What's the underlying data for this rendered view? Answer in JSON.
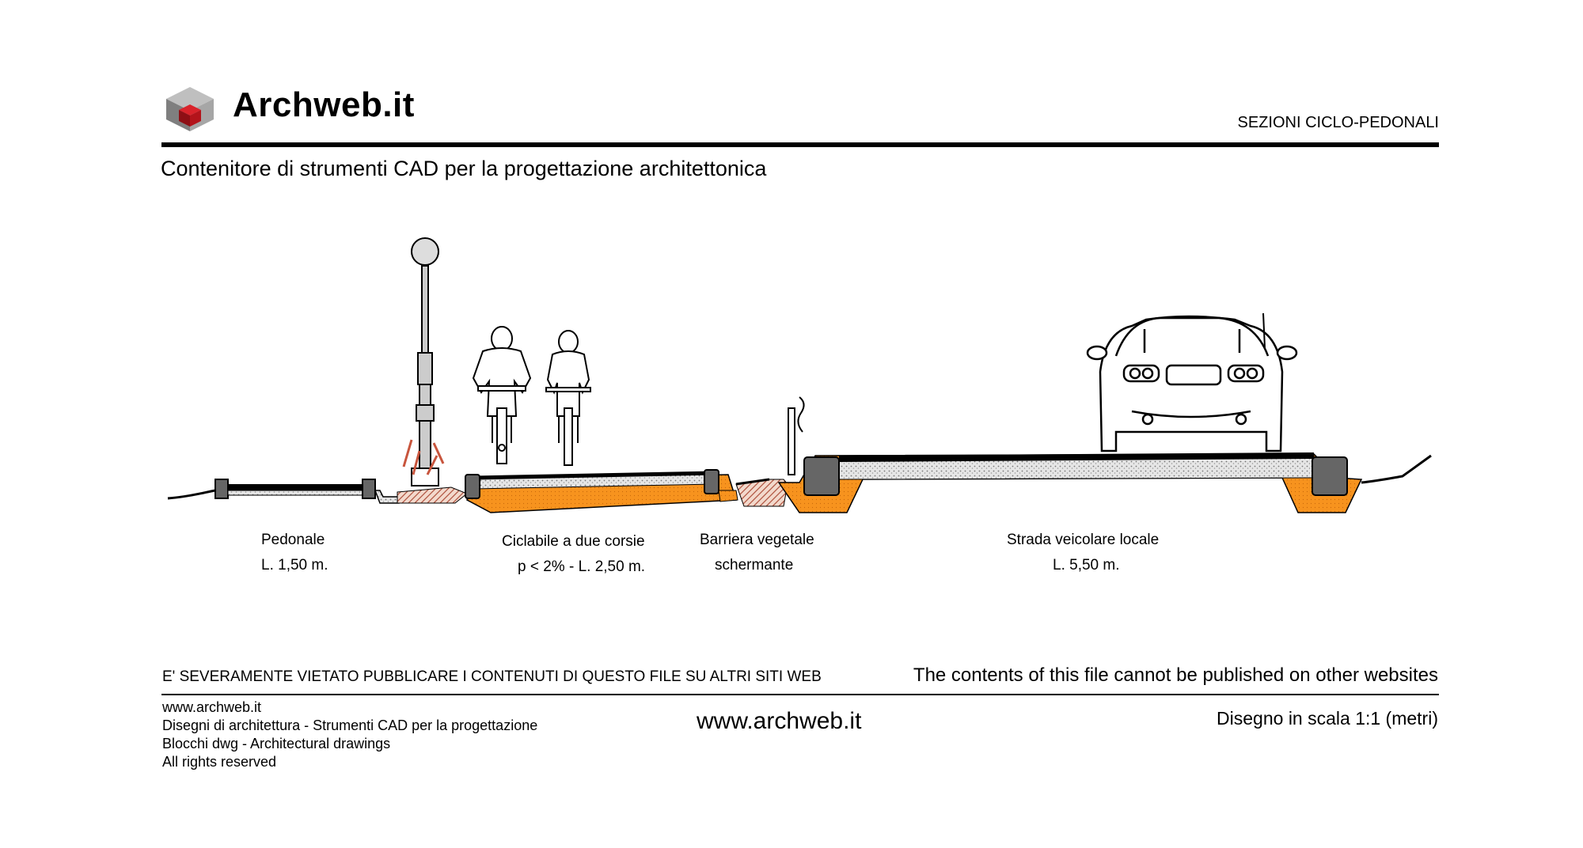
{
  "header": {
    "logo_text": "Archweb.it",
    "title": "SEZIONI CICLO-PEDONALI",
    "subtitle": "Contenitore di strumenti CAD per la progettazione architettonica"
  },
  "labels": {
    "pedonale": {
      "name": "Pedonale",
      "width": "L. 1,50 m."
    },
    "ciclabile": {
      "name": "Ciclabile a due corsie",
      "width": "p < 2% - L. 2,50 m."
    },
    "barriera": {
      "name": "Barriera vegetale",
      "detail": "schermante"
    },
    "strada": {
      "name": "Strada veicolare locale",
      "width": "L. 5,50 m."
    }
  },
  "footer": {
    "warning_it": "E' SEVERAMENTE VIETATO PUBBLICARE I CONTENUTI DI QUESTO FILE SU ALTRI SITI WEB",
    "warning_en": "The contents of this file cannot be published on other websites",
    "lines": [
      "www.archweb.it",
      "Disegni di architettura - Strumenti CAD  per la progettazione",
      "Blocchi dwg - Architectural drawings",
      "All rights reserved"
    ],
    "site": "www.archweb.it",
    "scale": "Disegno in scala 1:1 (metri)"
  },
  "colors": {
    "orange_fill": "#f7931e",
    "asphalt": "#000000",
    "gravel": "#d9d9d9",
    "curb": "#666666",
    "logo_red": "#b3141b",
    "logo_grey": "#8c8c8c"
  }
}
